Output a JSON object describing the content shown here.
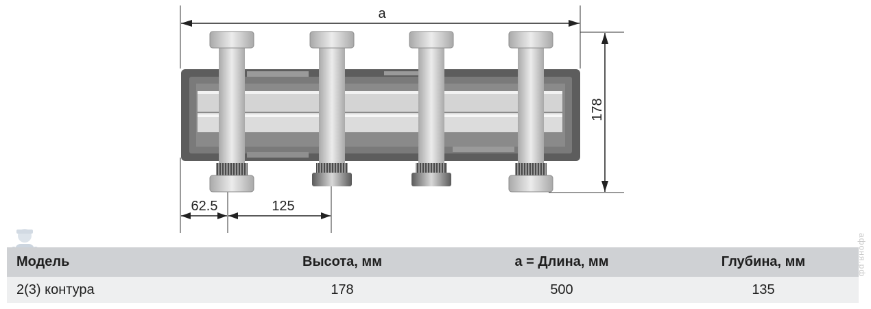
{
  "drawing": {
    "dim_a_label": "a",
    "dim_height_label": "178",
    "dim_offset_label": "62.5",
    "dim_spacing_label": "125"
  },
  "watermark": "афоня.рф",
  "table": {
    "headers": [
      "Модель",
      "Высота, мм",
      "a = Длина, мм",
      "Глубина, мм"
    ],
    "rows": [
      [
        "2(3) контура",
        "178",
        "500",
        "135"
      ]
    ]
  }
}
